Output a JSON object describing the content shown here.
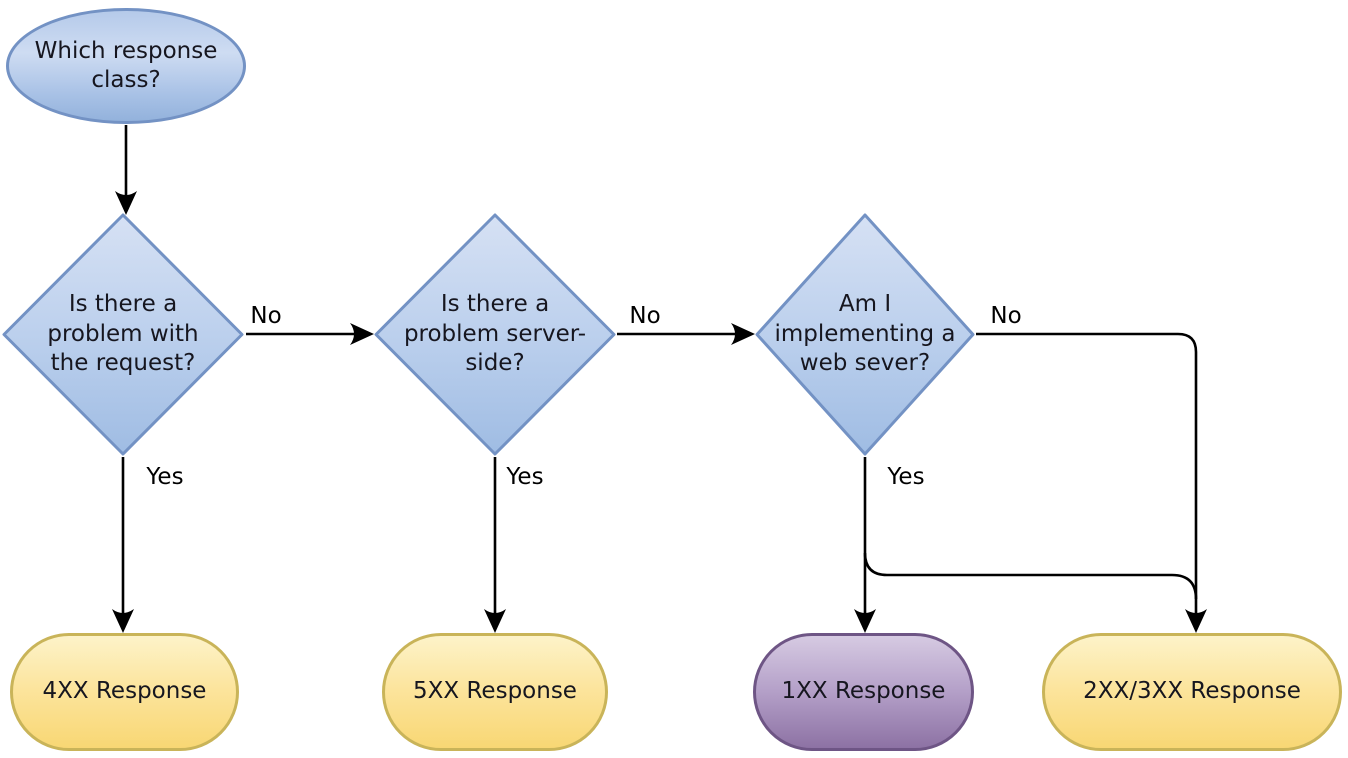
{
  "diagram": {
    "type": "flowchart",
    "topic": "HTTP response class decision tree"
  },
  "nodes": {
    "start": {
      "shape": "ellipse",
      "color": "blue",
      "label": "Which response class?"
    },
    "decision1": {
      "shape": "diamond",
      "color": "blue",
      "label": "Is there a problem with the request?"
    },
    "decision2": {
      "shape": "diamond",
      "color": "blue",
      "label": "Is there a problem server-side?"
    },
    "decision3": {
      "shape": "diamond",
      "color": "blue",
      "label": "Am I implementing a web sever?"
    },
    "result4xx": {
      "shape": "stadium",
      "color": "yellow",
      "label": "4XX Response"
    },
    "result5xx": {
      "shape": "stadium",
      "color": "yellow",
      "label": "5XX Response"
    },
    "result1xx": {
      "shape": "stadium",
      "color": "purple",
      "label": "1XX Response"
    },
    "result2xx3xx": {
      "shape": "stadium",
      "color": "yellow",
      "label": "2XX/3XX Response"
    }
  },
  "edge_labels": {
    "d1_no": "No",
    "d1_yes": "Yes",
    "d2_no": "No",
    "d2_yes": "Yes",
    "d3_no": "No",
    "d3_yes": "Yes"
  },
  "colors": {
    "background": "#ffffff",
    "line": "#000000",
    "node_text": "#16161f",
    "label_text": "#000000",
    "blue_fill_light": "#d6e1f4",
    "blue_fill_dark": "#9fbce3",
    "blue_border": "#7392c4",
    "yellow_fill_light": "#fdf3c9",
    "yellow_fill_dark": "#f8d774",
    "yellow_border": "#c9b459",
    "purple_fill_light": "#d6cae2",
    "purple_fill_dark": "#8d72a4",
    "purple_border": "#6e5585"
  }
}
